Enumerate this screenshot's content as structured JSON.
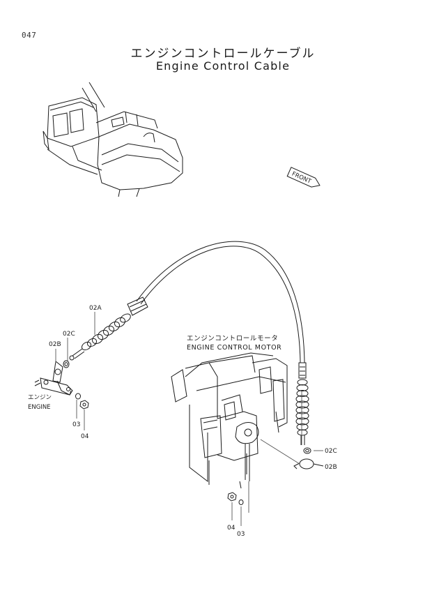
{
  "page": {
    "number": "047"
  },
  "title": {
    "japanese": "エンジンコントロールケーブル",
    "english": "Engine Control Cable"
  },
  "overview": {
    "front_marker": "FRONT"
  },
  "callouts": {
    "engine_control_motor_ja": "エンジンコントロールモータ",
    "engine_control_motor_en": "ENGINE CONTROL MOTOR",
    "engine_ja": "エンジン",
    "engine_en": "ENGINE"
  },
  "part_labels": {
    "p02a": "02A",
    "p02c_left": "02C",
    "p02b_left": "02B",
    "p03_left": "03",
    "p04_left": "04",
    "p02c_right": "02C",
    "p02b_right": "02B",
    "p04_right": "04",
    "p03_right": "03"
  }
}
